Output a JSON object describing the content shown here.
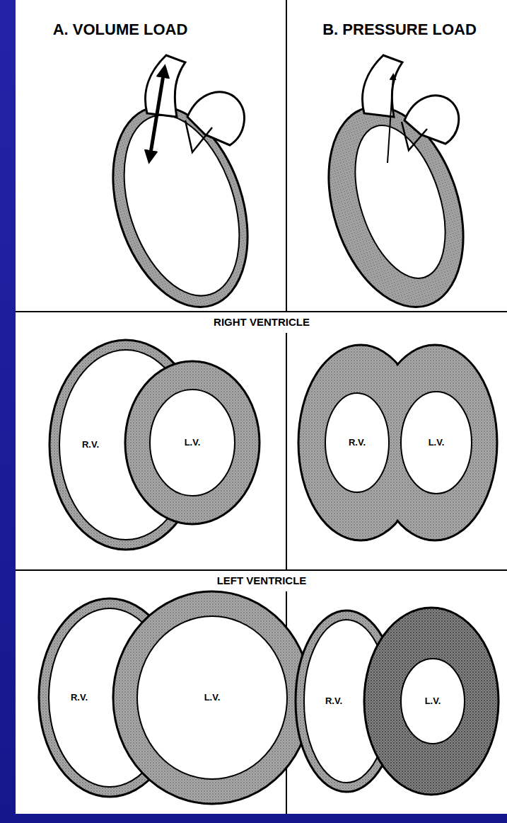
{
  "diagram": {
    "labels": [
      "A. VOLUME LOAD",
      "B. PRESSURE LOAD",
      "RIGHT VENTRICLE",
      "R.V.",
      "L.V.",
      "R.V.",
      "L.V.",
      "LEFT VENTRICLE",
      "R.V.",
      "L.V.",
      "R.V.",
      "L.V."
    ]
  }
}
